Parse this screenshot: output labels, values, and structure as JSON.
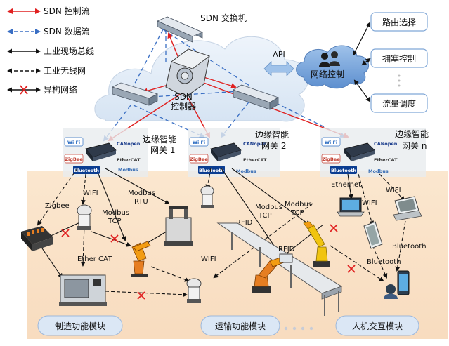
{
  "legend": [
    {
      "label": "SDN 控制流",
      "color": "#e02020",
      "style": "solid"
    },
    {
      "label": "SDN 数据流",
      "color": "#3a6fc4",
      "style": "dashed"
    },
    {
      "label": "工业现场总线",
      "color": "#111111",
      "style": "solid"
    },
    {
      "label": "工业无线网",
      "color": "#111111",
      "style": "dashed"
    },
    {
      "label": "异构网络",
      "color": "#111111",
      "style": "cross"
    }
  ],
  "sdn_switch_label": "SDN 交换机",
  "sdn_controller_label_1": "SDN",
  "sdn_controller_label_2": "控制器",
  "api_label": "API",
  "network_control_label": "网络控制",
  "control_functions": [
    "路由选择",
    "拥塞控制",
    "流量调度"
  ],
  "gateways": [
    {
      "line1": "边缘智能",
      "line2": "网关 1"
    },
    {
      "line1": "边缘智能",
      "line2": "网关 2"
    },
    {
      "line1": "边缘智能",
      "line2": "网关 n"
    }
  ],
  "protocol_badges": {
    "wifi": "Wi Fi",
    "canopen": "CANopen",
    "zigbee": "ZigBee",
    "ethercat": "EtherCAT",
    "bluetooth": "Bluetooth",
    "modbus": "Modbus"
  },
  "link_labels": {
    "zigbee": "Zigbee",
    "wifi_a": "WIFI",
    "modbus_rtu_1": "Modbus",
    "modbus_rtu_2": "RTU",
    "modbus_tcp_a1": "Modbus",
    "modbus_tcp_a2": "TCP",
    "ethercat": "Ether CAT",
    "rfid_a": "RFID",
    "modbus_tcp_b1": "Modbus",
    "modbus_tcp_b2": "TCP",
    "modbus_tcp_c1": "Modbus",
    "modbus_tcp_c2": "TCP",
    "rfid_b": "RFID",
    "wifi_b": "WIFI",
    "ethernet": "Ethernet",
    "wifi_c": "WIFI",
    "wifi_d": "WIFI",
    "bluetooth_a": "Bluetooth",
    "bluetooth_b": "Bluetooth"
  },
  "modules": [
    "制造功能模块",
    "运输功能模块",
    "人机交互模块"
  ],
  "gateway_n_italic": "n"
}
